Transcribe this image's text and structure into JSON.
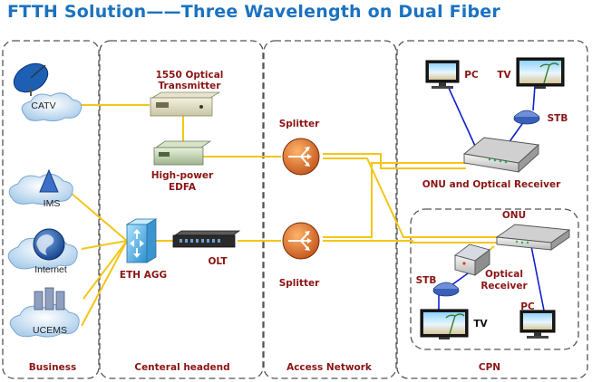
{
  "title": "FTTH Solution——Three Wavelength on Dual Fiber",
  "sections": {
    "business": "Business",
    "headend": "Centeral headend",
    "access": "Access Network",
    "cpn": "CPN"
  },
  "business_nodes": {
    "catv": "CATV",
    "ims": "IMS",
    "internet": "Internet",
    "ucems": "UCEMS"
  },
  "headend_nodes": {
    "transmitter_line1": "1550 Optical",
    "transmitter_line2": "Transmitter",
    "edfa_line1": "High-power",
    "edfa_line2": "EDFA",
    "eth_agg": "ETH AGG",
    "olt": "OLT"
  },
  "access_nodes": {
    "splitter_top": "Splitter",
    "splitter_bottom": "Splitter"
  },
  "cpn_nodes": {
    "pc_top": "PC",
    "tv_top": "TV",
    "stb_top": "STB",
    "onu_optical": "ONU and Optical Receiver",
    "onu": "ONU",
    "optical_receiver_line1": "Optical",
    "optical_receiver_line2": "Receiver",
    "stb_bottom": "STB",
    "tv_bottom": "TV",
    "pc_bottom": "PC"
  },
  "colors": {
    "title": "#1b72c0",
    "fiber": "#f5c518",
    "copper": "#1020d0",
    "label": "#8b1414",
    "dashed_border": "#555555"
  },
  "icons": [
    "satellite-dish-icon",
    "cloud-icon",
    "globe-icon",
    "server-icon",
    "router-icon",
    "monitor-icon",
    "set-top-box-icon",
    "splitter-icon"
  ]
}
